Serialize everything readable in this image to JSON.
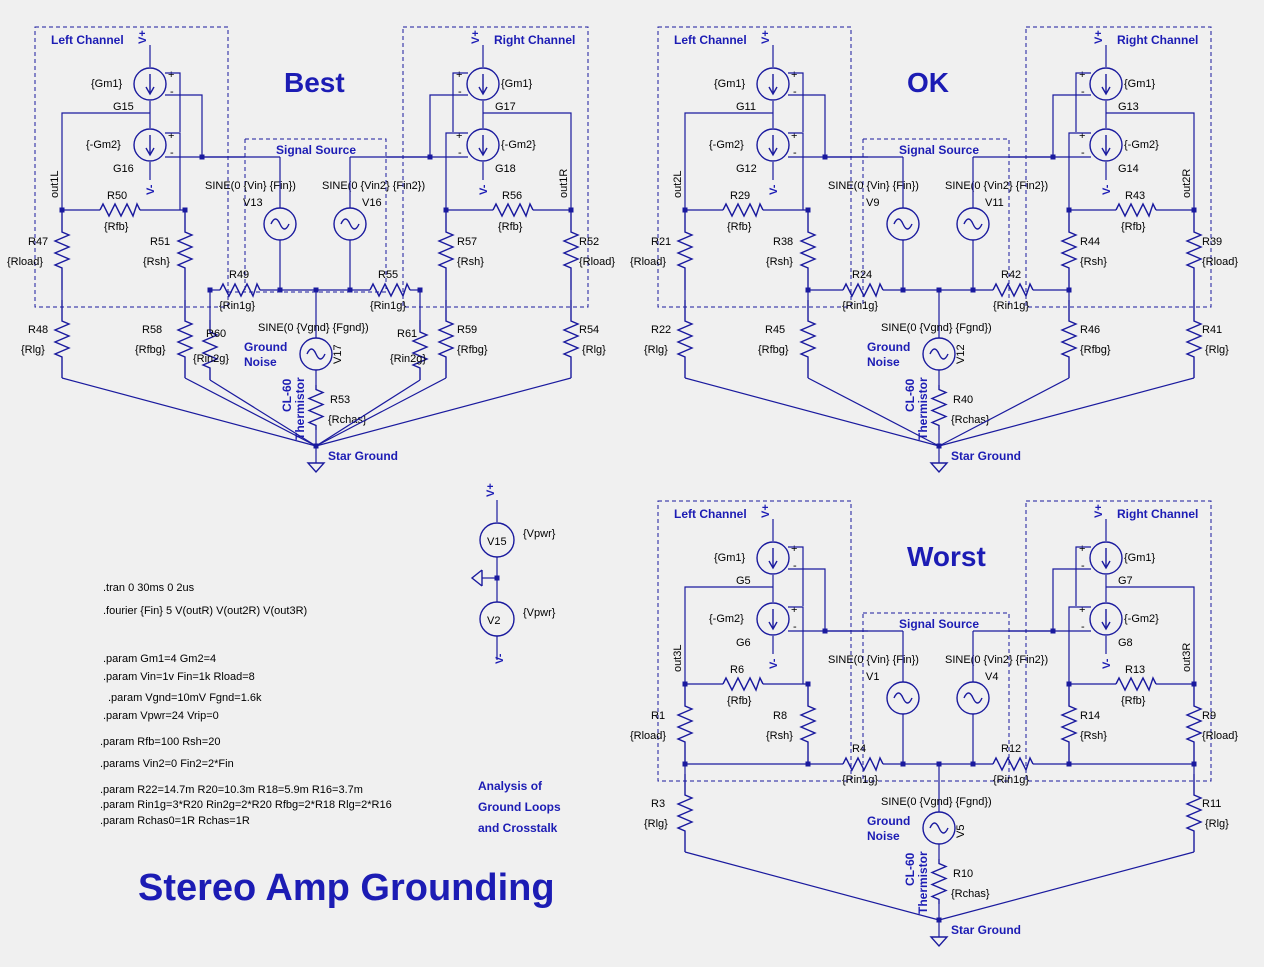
{
  "title": "Stereo Amp Grounding",
  "analysis_note": [
    "Analysis of",
    "Ground Loops",
    "and Crosstalk"
  ],
  "directives": [
    ".tran 0 30ms 0 2us",
    ".fourier {Fin} 5 V(outR) V(out2R) V(out3R)",
    ".param Gm1=4 Gm2=4",
    ".param Vin=1v Fin=1k Rload=8",
    ".param Vgnd=10mV Fgnd=1.6k",
    ".param Vpwr=24 Vrip=0",
    ".param Rfb=100 Rsh=20",
    ".params Vin2=0 Fin2=2*Fin",
    ".param R22=14.7m R20=10.3m R18=5.9m R16=3.7m",
    ".param Rin1g=3*R20 Rin2g=2*R20 Rfbg=2*R18 Rlg=2*R16",
    ".param Rchas0=1R Rchas=1R"
  ],
  "power": {
    "top_net": "V+",
    "bottom_net": "V-",
    "v15": {
      "name": "V15",
      "value": "{Vpwr}"
    },
    "v2": {
      "name": "V2",
      "value": "{Vpwr}"
    }
  },
  "common": {
    "left_channel": "Left Channel",
    "right_channel": "Right Channel",
    "signal_source": "Signal Source",
    "vplus": "V+",
    "vminus": "V-",
    "gm1": "{Gm1}",
    "gm2": "{-Gm2}",
    "rfb": "{Rfb}",
    "rsh": "{Rsh}",
    "rload": "{Rload}",
    "rlg": "{Rlg}",
    "rfbg": "{Rfbg}",
    "rin1g": "{Rin1g}",
    "rin2g": "{Rin2g}",
    "rchas": "{Rchas}",
    "sine_vin": "SINE(0 {Vin} {Fin})",
    "sine_vin2": "SINE(0 {Vin2} {Fin2})",
    "sine_vgnd": "SINE(0 {Vgnd} {Fgnd})",
    "ground_noise_1": "Ground",
    "ground_noise_2": "Noise",
    "thermistor_1": "CL-60",
    "thermistor_2": "Thermistor",
    "star_ground": "Star Ground",
    "plus": "+",
    "minus": "-"
  },
  "circuits": [
    {
      "heading": "Best",
      "g_l1": "G15",
      "g_l2": "G16",
      "g_r1": "G17",
      "g_r2": "G18",
      "out_l": "out1L",
      "out_r": "out1R",
      "rfb_l": "R50",
      "rfb_r": "R56",
      "rload_l": "R47",
      "rsh_l": "R51",
      "rsh_r": "R57",
      "rload_r": "R52",
      "rlg_l": "R48",
      "rfbg_l": "R58",
      "rin2g_l": "R60",
      "rin2g_r": "R61",
      "rfbg_r": "R59",
      "rlg_r": "R54",
      "rin1g_l": "R49",
      "rin1g_r": "R55",
      "vin": "V13",
      "vin2": "V16",
      "vgnd": "V17",
      "rchas_name": "R53"
    },
    {
      "heading": "OK",
      "g_l1": "G11",
      "g_l2": "G12",
      "g_r1": "G13",
      "g_r2": "G14",
      "out_l": "out2L",
      "out_r": "out2R",
      "rfb_l": "R29",
      "rfb_r": "R43",
      "rload_l": "R21",
      "rsh_l": "R38",
      "rsh_r": "R44",
      "rload_r": "R39",
      "rlg_l": "R22",
      "rfbg_l": "R45",
      "rfbg_r": "R46",
      "rlg_r": "R41",
      "rin1g_l": "R24",
      "rin1g_r": "R42",
      "vin": "V9",
      "vin2": "V11",
      "vgnd": "V12",
      "rchas_name": "R40"
    },
    {
      "heading": "Worst",
      "g_l1": "G5",
      "g_l2": "G6",
      "g_r1": "G7",
      "g_r2": "G8",
      "out_l": "out3L",
      "out_r": "out3R",
      "rfb_l": "R6",
      "rfb_r": "R13",
      "rload_l": "R1",
      "rsh_l": "R8",
      "rsh_r": "R14",
      "rload_r": "R9",
      "rlg_l": "R3",
      "rlg_r": "R11",
      "rin1g_l": "R4",
      "rin1g_r": "R12",
      "vin": "V1",
      "vin2": "V4",
      "vgnd": "V5",
      "rchas_name": "R10"
    }
  ]
}
